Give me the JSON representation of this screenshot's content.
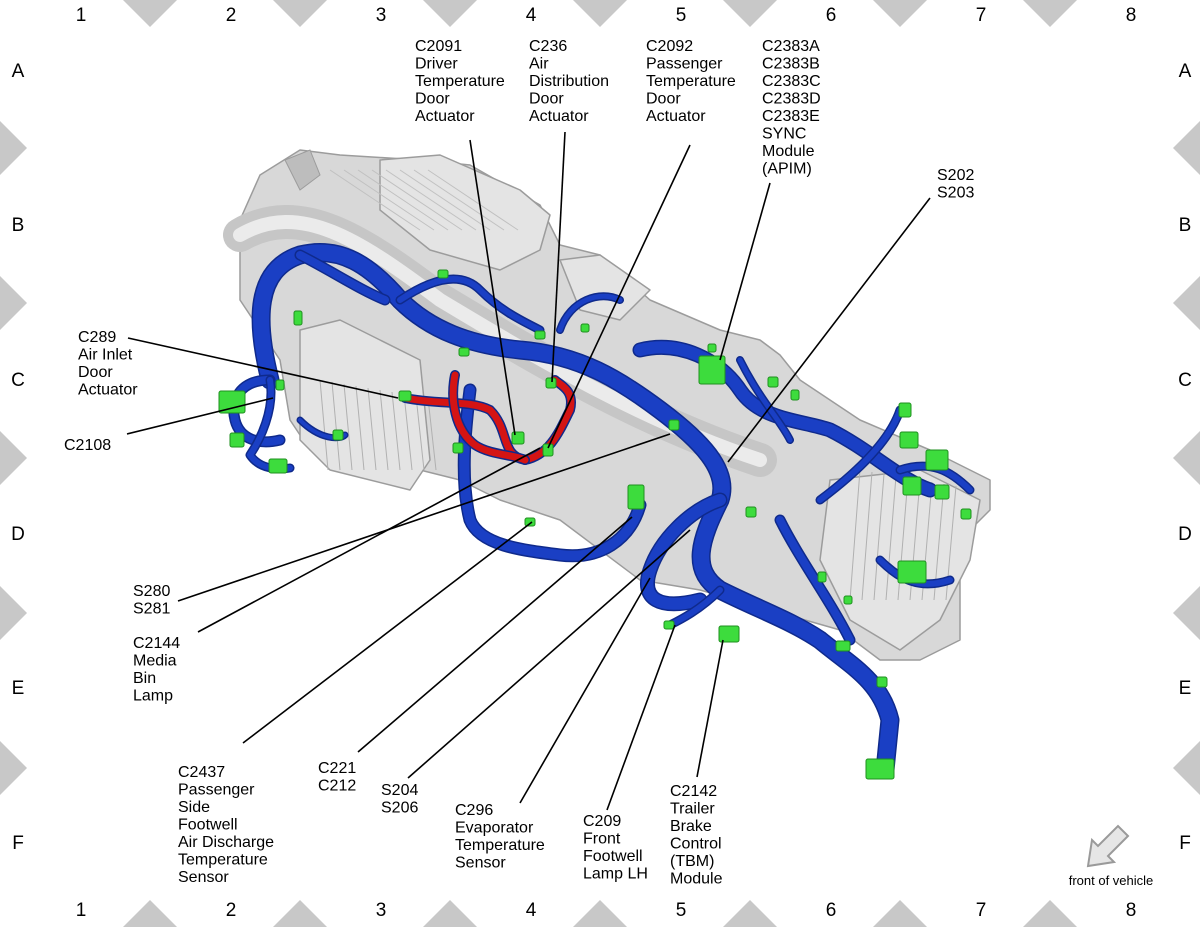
{
  "grid": {
    "columns": [
      "1",
      "2",
      "3",
      "4",
      "5",
      "6",
      "7",
      "8"
    ],
    "rows": [
      "A",
      "B",
      "C",
      "D",
      "E",
      "F"
    ]
  },
  "callouts": [
    {
      "id": "c2091",
      "lines": [
        "C2091",
        "Driver",
        "Temperature",
        "Door",
        "Actuator"
      ]
    },
    {
      "id": "c236",
      "lines": [
        "C236",
        "Air",
        "Distribution",
        "Door",
        "Actuator"
      ]
    },
    {
      "id": "c2092",
      "lines": [
        "C2092",
        "Passenger",
        "Temperature",
        "Door",
        "Actuator"
      ]
    },
    {
      "id": "c2383",
      "lines": [
        "C2383A",
        "C2383B",
        "C2383C",
        "C2383D",
        "C2383E",
        "SYNC",
        "Module",
        "(APIM)"
      ]
    },
    {
      "id": "s202",
      "lines": [
        "S202",
        "S203"
      ]
    },
    {
      "id": "c289",
      "lines": [
        "C289",
        "Air Inlet",
        "Door",
        "Actuator"
      ]
    },
    {
      "id": "c2108",
      "lines": [
        "C2108"
      ]
    },
    {
      "id": "s280",
      "lines": [
        "S280",
        "S281"
      ]
    },
    {
      "id": "c2144",
      "lines": [
        "C2144",
        "Media",
        "Bin",
        "Lamp"
      ]
    },
    {
      "id": "c2437",
      "lines": [
        "C2437",
        "Passenger",
        "Side",
        "Footwell",
        "Air Discharge",
        "Temperature",
        "Sensor"
      ]
    },
    {
      "id": "c221",
      "lines": [
        "C221",
        "C212"
      ]
    },
    {
      "id": "s204",
      "lines": [
        "S204",
        "S206"
      ]
    },
    {
      "id": "c296",
      "lines": [
        "C296",
        "Evaporator",
        "Temperature",
        "Sensor"
      ]
    },
    {
      "id": "c209",
      "lines": [
        "C209",
        "Front",
        "Footwell",
        "Lamp LH"
      ]
    },
    {
      "id": "c2142",
      "lines": [
        "C2142",
        "Trailer",
        "Brake",
        "Control",
        "(TBM)",
        "Module"
      ]
    }
  ],
  "caption": "front of vehicle",
  "colors": {
    "harness_main": "#1a3fc4",
    "harness_dark": "#0f2a8c",
    "harness_red": "#d41414",
    "connector": "#3ddc3d",
    "hvac_body": "#d8d8d8",
    "frame_diamond": "#c8c8c8",
    "leader": "#000000"
  }
}
